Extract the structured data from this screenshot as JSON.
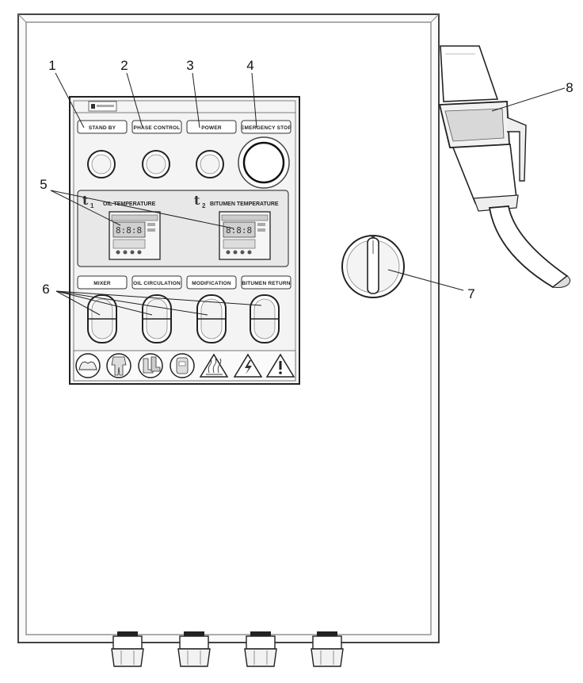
{
  "callouts": [
    "1",
    "2",
    "3",
    "4",
    "5",
    "6",
    "7",
    "8"
  ],
  "labels": {
    "stand_by": "STAND BY",
    "phase_control": "PHASE CONTROL",
    "power": "POWER",
    "emergency_stop": "EMERGENCY STOP",
    "mixer": "MIXER",
    "oil_circulation": "OIL CIRCULATION",
    "modification": "MODIFICATION",
    "bitumen_return": "BITUMEN RETURN"
  },
  "temperatures": {
    "t1_symbol": "t",
    "t1_sub": "1",
    "t1_label": "OIL TEMPERATURE",
    "t2_symbol": "t",
    "t2_sub": "2",
    "t2_label": "BITUMEN TEMPERATURE",
    "display_digits": "8:8:8"
  },
  "warning_icons": [
    "mask-icon",
    "overalls-icon",
    "boots-icon",
    "gloves-icon",
    "hot-surface-icon",
    "electric-hazard-icon",
    "general-warning-icon"
  ],
  "colors": {
    "line": "#333333",
    "panel": "#f2f2f2",
    "display": "#d8d8d8",
    "background": "#ffffff"
  }
}
